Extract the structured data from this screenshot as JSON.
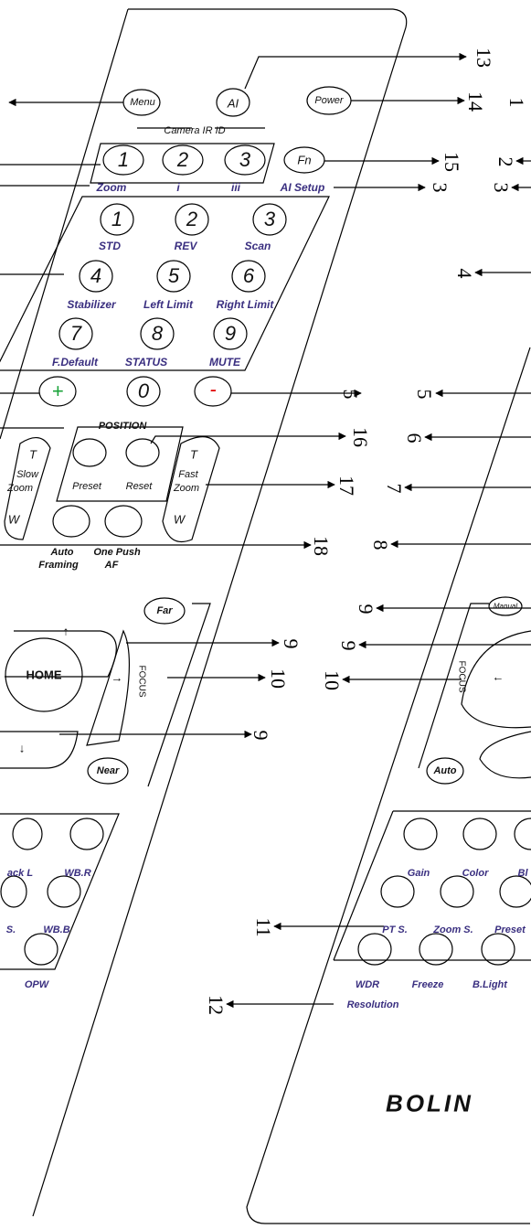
{
  "remote_left": {
    "top_buttons": [
      "Menu",
      "AI",
      "Power"
    ],
    "camera_ir_title": "Camera IR ID",
    "camera_ir_buttons": [
      "1",
      "2",
      "3"
    ],
    "camera_ir_labels": [
      "Zoom",
      "i",
      "iii"
    ],
    "fn_button": "Fn",
    "fn_label": "AI Setup",
    "keypad": [
      {
        "digit": "1",
        "label": "STD"
      },
      {
        "digit": "2",
        "label": "REV"
      },
      {
        "digit": "3",
        "label": "Scan"
      },
      {
        "digit": "4",
        "label": "Stabilizer"
      },
      {
        "digit": "5",
        "label": "Left Limit"
      },
      {
        "digit": "6",
        "label": "Right Limit"
      },
      {
        "digit": "7",
        "label": "F.Default"
      },
      {
        "digit": "8",
        "label": "STATUS"
      },
      {
        "digit": "9",
        "label": "MUTE"
      }
    ],
    "plus": "+",
    "zero": "0",
    "minus": "-",
    "position_title": "POSITION",
    "preset": "Preset",
    "reset": "Reset",
    "slow_zoom": {
      "t": "T",
      "line1": "Slow",
      "line2": "Zoom",
      "w": "W"
    },
    "fast_zoom": {
      "t": "T",
      "line1": "Fast",
      "line2": "Zoom",
      "w": "W"
    },
    "auto_framing": [
      "Auto",
      "Framing"
    ],
    "one_push_af": [
      "One Push",
      "AF"
    ],
    "far": "Far",
    "near": "Near",
    "focus": "FOCUS",
    "home": "HOME",
    "up": "↑",
    "down": "↓",
    "right": "→",
    "lower_labels": [
      "ack L",
      "WB.R",
      "S.",
      "WB.B",
      "OPW"
    ]
  },
  "remote_right": {
    "manual": "Manual",
    "focus": "FOCUS",
    "left": "←",
    "auto": "Auto",
    "grid_labels": [
      "Gain",
      "Color",
      "Bl",
      "PT S.",
      "Zoom S.",
      "Preset",
      "WDR",
      "Freeze",
      "B.Light"
    ],
    "resolution": "Resolution",
    "brand": "BOLIN"
  },
  "callouts_left_remote": [
    "13",
    "14",
    "15",
    "3",
    "16",
    "17",
    "18",
    "9",
    "10",
    "9"
  ],
  "callouts_middle": [
    "1",
    "2",
    "3",
    "4",
    "5",
    "6",
    "7",
    "8",
    "9",
    "9",
    "10",
    "11",
    "12",
    "5"
  ],
  "colors": {
    "label": "#3a2f80",
    "minus": "#e00000",
    "plus": "#1aa33a",
    "outline": "#000000"
  }
}
